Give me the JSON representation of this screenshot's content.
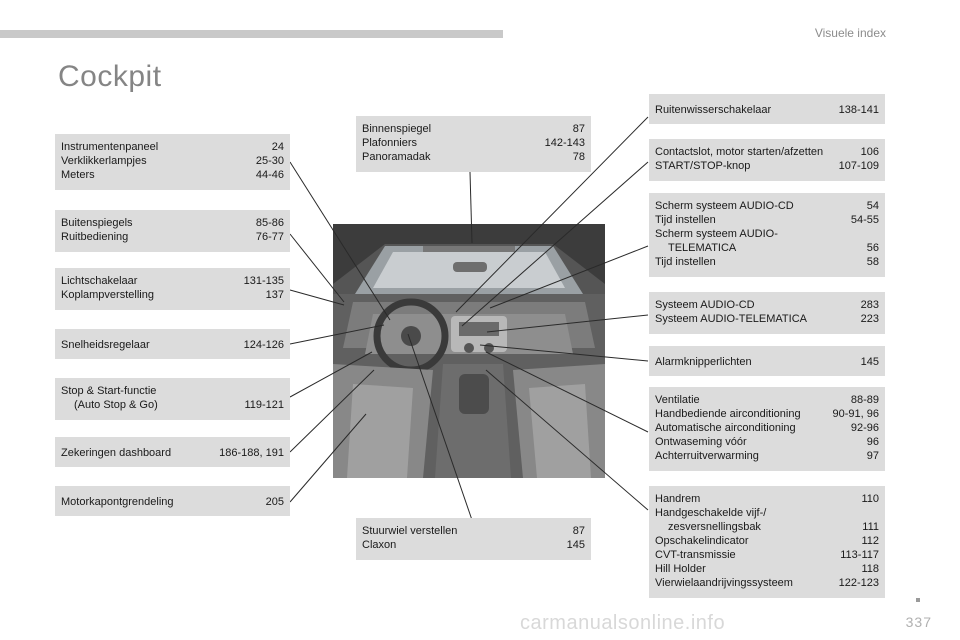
{
  "header": {
    "section": "Visuele index",
    "page_number": "337"
  },
  "title": "Cockpit",
  "watermark": "carmanualsonline.info",
  "left_boxes": [
    {
      "rows": [
        {
          "label": "Instrumentenpaneel",
          "page": "24"
        },
        {
          "label": "Verklikkerlampjes",
          "page": "25-30"
        },
        {
          "label": "Meters",
          "page": "44-46"
        }
      ]
    },
    {
      "rows": [
        {
          "label": "Buitenspiegels",
          "page": "85-86"
        },
        {
          "label": "Ruitbediening",
          "page": "76-77"
        }
      ]
    },
    {
      "rows": [
        {
          "label": "Lichtschakelaar",
          "page": "131-135"
        },
        {
          "label": "Koplampverstelling",
          "page": "137"
        }
      ]
    },
    {
      "rows": [
        {
          "label": "Snelheidsregelaar",
          "page": "124-126"
        }
      ]
    },
    {
      "rows": [
        {
          "label": "Stop & Start-functie",
          "page": ""
        },
        {
          "label": "(Auto Stop & Go)",
          "page": "119-121"
        }
      ]
    },
    {
      "rows": [
        {
          "label": "Zekeringen dashboard",
          "page": "186-188, 191"
        }
      ]
    },
    {
      "rows": [
        {
          "label": "Motorkapontgrendeling",
          "page": "205"
        }
      ]
    }
  ],
  "top_box": {
    "rows": [
      {
        "label": "Binnenspiegel",
        "page": "87"
      },
      {
        "label": "Plafonniers",
        "page": "142-143"
      },
      {
        "label": "Panoramadak",
        "page": "78"
      }
    ]
  },
  "bottom_box": {
    "rows": [
      {
        "label": "Stuurwiel verstellen",
        "page": "87"
      },
      {
        "label": "Claxon",
        "page": "145"
      }
    ]
  },
  "right_boxes": [
    {
      "rows": [
        {
          "label": "Ruitenwisserschakelaar",
          "page": "138-141"
        }
      ]
    },
    {
      "rows": [
        {
          "label": "Contactslot, motor starten/afzetten",
          "page": "106"
        },
        {
          "label": "START/STOP-knop",
          "page": "107-109"
        }
      ]
    },
    {
      "rows": [
        {
          "label": "Scherm systeem AUDIO-CD",
          "page": "54"
        },
        {
          "label": "Tijd instellen",
          "page": "54-55"
        },
        {
          "label": "Scherm systeem AUDIO-",
          "page": ""
        },
        {
          "label": "TELEMATICA",
          "page": "56"
        },
        {
          "label": "Tijd instellen",
          "page": "58"
        }
      ]
    },
    {
      "rows": [
        {
          "label": "Systeem AUDIO-CD",
          "page": "283"
        },
        {
          "label": "Systeem AUDIO-TELEMATICA",
          "page": "223"
        }
      ]
    },
    {
      "rows": [
        {
          "label": "Alarmknipperlichten",
          "page": "145"
        }
      ]
    },
    {
      "rows": [
        {
          "label": "Ventilatie",
          "page": "88-89"
        },
        {
          "label": "Handbediende airconditioning",
          "page": "90-91, 96"
        },
        {
          "label": "Automatische airconditioning",
          "page": "92-96"
        },
        {
          "label": "Ontwaseming vóór",
          "page": "96"
        },
        {
          "label": "Achterruitverwarming",
          "page": "97"
        }
      ]
    },
    {
      "rows": [
        {
          "label": "Handrem",
          "page": "110"
        },
        {
          "label": "Handgeschakelde vijf-/",
          "page": ""
        },
        {
          "label": "zesversnellingsbak",
          "page": "111"
        },
        {
          "label": "Opschakelindicator",
          "page": "112"
        },
        {
          "label": "CVT-transmissie",
          "page": "113-117"
        },
        {
          "label": "Hill Holder",
          "page": "118"
        },
        {
          "label": "Vierwielaandrijvingssysteem",
          "page": "122-123"
        }
      ]
    }
  ]
}
